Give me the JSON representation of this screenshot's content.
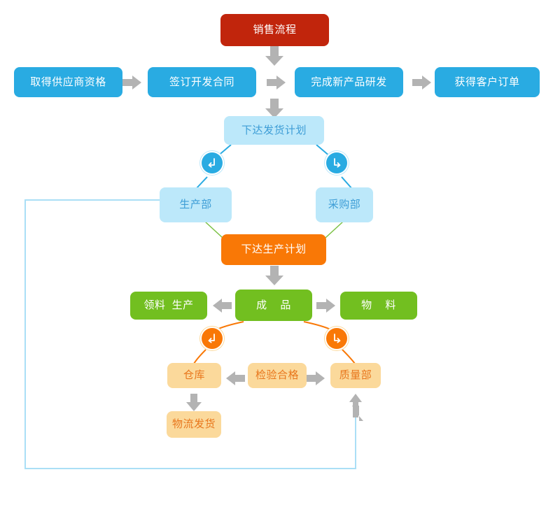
{
  "diagram": {
    "title_node": {
      "label": "销售流程",
      "color": "#c1250c"
    },
    "colors": {
      "red": "#c1250c",
      "blue": "#29abe2",
      "light_blue": "#bce8fa",
      "orange": "#f97806",
      "green": "#72bf20",
      "light_orange": "#fbd99b",
      "arrow_gray": "#b3b3b3",
      "loop_line": "#aadff6",
      "green_line": "#7ac143",
      "orange_line": "#f97806",
      "blue_line": "#29abe2"
    },
    "nodes": [
      {
        "id": "sales_process",
        "label": "销售流程",
        "style": "red"
      },
      {
        "id": "supplier_qual",
        "label": "取得供应商资格",
        "style": "blue"
      },
      {
        "id": "dev_contract",
        "label": "签订开发合同",
        "style": "blue"
      },
      {
        "id": "new_product",
        "label": "完成新产品研发",
        "style": "blue"
      },
      {
        "id": "customer_order",
        "label": "获得客户订单",
        "style": "blue"
      },
      {
        "id": "shipping_plan",
        "label": "下达发货计划",
        "style": "light_blue"
      },
      {
        "id": "production_dept",
        "label": "生产部",
        "style": "light_blue"
      },
      {
        "id": "purchasing_dept",
        "label": "采购部",
        "style": "light_blue"
      },
      {
        "id": "production_plan",
        "label": "下达生产计划",
        "style": "orange"
      },
      {
        "id": "pick_produce",
        "label": "领料  生产",
        "style": "green"
      },
      {
        "id": "finished_goods",
        "label": "成    品",
        "style": "green"
      },
      {
        "id": "materials",
        "label": "物    料",
        "style": "green"
      },
      {
        "id": "warehouse",
        "label": "仓库",
        "style": "light_orange"
      },
      {
        "id": "inspection_pass",
        "label": "检验合格",
        "style": "light_orange"
      },
      {
        "id": "quality_dept",
        "label": "质量部",
        "style": "light_orange"
      },
      {
        "id": "logistics_ship",
        "label": "物流发货",
        "style": "light_orange"
      }
    ],
    "badges": [
      {
        "id": "badge-shipping-to-production",
        "icon": "arrow-down-left-icon",
        "style": "blue"
      },
      {
        "id": "badge-shipping-to-purchasing",
        "icon": "arrow-down-right-icon",
        "style": "blue"
      },
      {
        "id": "badge-finished-to-warehouse",
        "icon": "arrow-down-left-icon",
        "style": "orange"
      },
      {
        "id": "badge-finished-to-quality",
        "icon": "arrow-down-right-icon",
        "style": "orange"
      }
    ],
    "arrows": [
      {
        "id": "arrow-sales-to-newproduct",
        "icon": "arrow-down-icon",
        "color": "#b3b3b3"
      },
      {
        "id": "arrow-supplier-to-contract",
        "icon": "arrow-right-icon",
        "color": "#b3b3b3"
      },
      {
        "id": "arrow-contract-to-newproduct",
        "icon": "arrow-right-icon",
        "color": "#b3b3b3"
      },
      {
        "id": "arrow-newproduct-to-order",
        "icon": "arrow-right-icon",
        "color": "#b3b3b3"
      },
      {
        "id": "arrow-newproduct-to-shipping",
        "icon": "arrow-down-icon",
        "color": "#b3b3b3"
      },
      {
        "id": "arrow-plan-to-finished",
        "icon": "arrow-down-icon",
        "color": "#b3b3b3"
      },
      {
        "id": "arrow-finished-to-pick",
        "icon": "arrow-left-icon",
        "color": "#b3b3b3"
      },
      {
        "id": "arrow-finished-to-materials",
        "icon": "arrow-right-icon",
        "color": "#b3b3b3"
      },
      {
        "id": "arrow-inspection-to-warehouse",
        "icon": "arrow-left-icon",
        "color": "#b3b3b3"
      },
      {
        "id": "arrow-inspection-to-quality",
        "icon": "arrow-right-icon",
        "color": "#b3b3b3"
      },
      {
        "id": "arrow-warehouse-to-logistics",
        "icon": "arrow-down-icon",
        "color": "#b3b3b3"
      },
      {
        "id": "arrow-loop-to-quality",
        "icon": "arrow-up-icon",
        "color": "#b3b3b3"
      }
    ]
  }
}
